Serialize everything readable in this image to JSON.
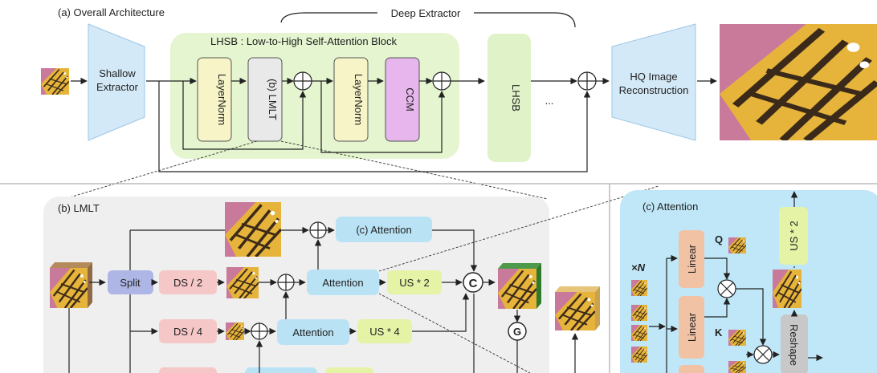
{
  "colors": {
    "lhsb_bg": "#e4f5cf",
    "layernorm": "#f7f4c7",
    "lmlt_block": "#e9e9e9",
    "ccm": "#e6b6ec",
    "lhsb_block": "#dff2c8",
    "extractor": "#d4e9f7",
    "split": "#aeb6e6",
    "ds": "#f5c7c7",
    "attention": "#b9e3f4",
    "us": "#e4f3a6",
    "lmlt_bg": "#efefef",
    "attention_panel_bg": "#bfe7f7",
    "linear": "#f2c2a5",
    "reshape": "#c8c8c8",
    "butterfly_yellow": "#e6b43a",
    "butterfly_dark": "#3b2a1a",
    "flower_pink": "#c97a9a"
  },
  "top": {
    "title": "(a) Overall Architecture",
    "deep_extractor": "Deep Extractor",
    "shallow_line1": "Shallow",
    "shallow_line2": "Extractor",
    "lhsb_title": "LHSB : Low-to-High Self-Attention Block",
    "layernorm": "LayerNorm",
    "lmlt_ref": "(b) LMLT",
    "ccm": "CCM",
    "lhsb": "LHSB",
    "ellipsis": "...",
    "hq_line1": "HQ Image",
    "hq_line2": "Reconstruction"
  },
  "lmlt": {
    "title": "(b) LMLT",
    "split": "Split",
    "ds2": "DS / 2",
    "ds4": "DS / 4",
    "attention": "Attention",
    "attention_ref": "(c) Attention",
    "us2": "US * 2",
    "us4": "US * 4",
    "concat": "C",
    "gelu": "G"
  },
  "attn": {
    "title": "(c) Attention",
    "xn": "×N",
    "linear": "Linear",
    "q": "Q",
    "k": "K",
    "us2": "US * 2",
    "reshape": "Reshape"
  }
}
